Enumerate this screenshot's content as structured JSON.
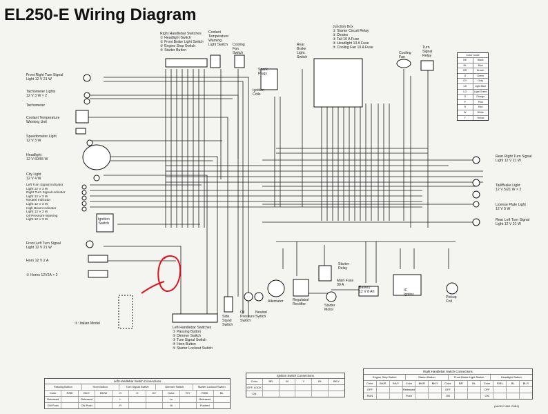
{
  "title": "EL250-E Wiring Diagram",
  "left_components": [
    {
      "text": "Front Right Turn Signal\nLight 12 V 21 W"
    },
    {
      "text": "Tachometer Lights\n12 V 3 W × 2"
    },
    {
      "text": "Tachometer"
    },
    {
      "text": "Coolant Temperature\nWarning Unit"
    },
    {
      "text": "Speedometer Light\n12 V 3 W"
    },
    {
      "text": "Headlight\n12 V 60/55 W"
    },
    {
      "text": "City Light\n12 V 4 W"
    },
    {
      "text": "Left Turn Signal Indicator\nLight 12 V 3 W\nRight Turn Signal Indicator\nLight 12 V 3 W\nNeutral Indicator\nLight 12 V 3 W\nHigh Beam Indicator\nLight 12 V 3 W\nOil Pressure Warning\nLight 12 V 3 W"
    },
    {
      "text": "Front Left Turn Signal\nLight 12 V 21 W"
    },
    {
      "text": "Horn 12 V 2 A"
    },
    {
      "text": "① Horns 12V2A × 2"
    }
  ],
  "ignition_switch": "Ignition\nSwitch",
  "top_components": [
    {
      "text": "Right Handlebar Switches\n① Headlight Switch\n② Front Brake Light Switch\n③ Engine Stop Switch\n④ Starter Button"
    },
    {
      "text": "Coolant\nTemperature\nWarning\nLight Switch"
    },
    {
      "text": "Cooling\nFan\nSwitch"
    },
    {
      "text": "Spark\nPlugs"
    },
    {
      "text": "Ignition\nCoils"
    },
    {
      "text": "Rear\nBrake\nLight\nSwitch"
    },
    {
      "text": "Junction Box\n① Starter Circuit Relay\n② Diodes\n③ Tail 10 A Fuse\n④ Headlight 10 A Fuse\n⑤ Cooling Fan 10 A Fuse"
    },
    {
      "text": "Cooling\nFan"
    },
    {
      "text": "Turn\nSignal\nRelay"
    }
  ],
  "right_components": [
    {
      "text": "Rear Right Turn Signal\nLight 12 V 21 W"
    },
    {
      "text": "Tail/Brake Light\n12 V 5/21 W × 2"
    },
    {
      "text": "License Plate Light\n12 V 5 W"
    },
    {
      "text": "Rear Left Turn Signal\nLight 12 V 21 W"
    }
  ],
  "bottom_components": [
    {
      "text": "Left Handlebar Switches\n① Passing Button\n② Dimmer Switch\n③ Turn Signal Switch\n④ Horn Button\n⑤ Starter Lockout Switch"
    },
    {
      "text": "Side\nStand\nSwitch"
    },
    {
      "text": "Oil\nPressure\nSwitch"
    },
    {
      "text": "Neutral\nSwitch"
    },
    {
      "text": "Alternator"
    },
    {
      "text": "Regulator/\nRectifier"
    },
    {
      "text": "Starter\nRelay"
    },
    {
      "text": "Main Fuse\n30 A"
    },
    {
      "text": "Starter\nMotor"
    },
    {
      "text": "Battery\n12 V 8 Ah"
    },
    {
      "text": "IC\nIgniter"
    },
    {
      "text": "Pickup\nCoil"
    }
  ],
  "italian_model_note": "①: Italian Model",
  "color_code": {
    "title": "Color Code",
    "rows": [
      [
        "BK",
        "Black"
      ],
      [
        "BL",
        "Blue"
      ],
      [
        "BR",
        "Brown"
      ],
      [
        "G",
        "Green"
      ],
      [
        "GY",
        "Gray"
      ],
      [
        "LB",
        "Light Blue"
      ],
      [
        "LG",
        "Light Green"
      ],
      [
        "O",
        "Orange"
      ],
      [
        "P",
        "Pink"
      ],
      [
        "R",
        "Red"
      ],
      [
        "W",
        "White"
      ],
      [
        "Y",
        "Yellow"
      ]
    ]
  },
  "tables": [
    {
      "caption": "Left Handlebar Switch Connections",
      "rows": [
        [
          "Passing Button",
          "Horn Button",
          "Turn Signal Switch",
          "Dimmer Switch",
          "Starter Lockout Switch"
        ],
        [
          "Color",
          "R/BK",
          "BK/Y",
          "BK/W",
          "G",
          "O",
          "GY",
          "Color",
          "R/Y",
          "R/BK",
          "BL"
        ],
        [
          "Released",
          "",
          "Released",
          "",
          "L",
          "",
          "",
          "Lo",
          "",
          "Released",
          ""
        ],
        [
          "ON Push",
          "",
          "ON Push",
          "",
          "R",
          "",
          "",
          "Hi",
          "",
          "Pushed",
          ""
        ]
      ]
    },
    {
      "caption": "Ignition Switch Connections",
      "rows": [
        [
          "Color",
          "BR",
          "W",
          "Y",
          "BL",
          "BK/Y"
        ],
        [
          "OFF, LOCK",
          "",
          "",
          "",
          "",
          ""
        ],
        [
          "ON",
          "",
          "",
          "",
          "",
          ""
        ]
      ]
    },
    {
      "caption": "Right Handlebar Switch Connections",
      "rows": [
        [
          "Engine Stop Switch",
          "Starter Button",
          "Front Brake Light Switch",
          "Headlight Switch"
        ],
        [
          "Color",
          "BK/R",
          "BK/Y",
          "Color",
          "BK/R",
          "BK/Y",
          "Color",
          "BR",
          "BL",
          "Color",
          "R/BL",
          "BL",
          "BL/Y"
        ],
        [
          "OFF",
          "",
          "",
          "Released",
          "",
          "",
          "OFF",
          "",
          "",
          "OFF",
          "",
          "",
          ""
        ],
        [
          "RUN",
          "",
          "",
          "Push",
          "",
          "",
          "ON",
          "",
          "",
          "ON",
          "",
          "",
          ""
        ]
      ]
    }
  ],
  "footer_code": "(Ab0617-8A1 C6B4)"
}
